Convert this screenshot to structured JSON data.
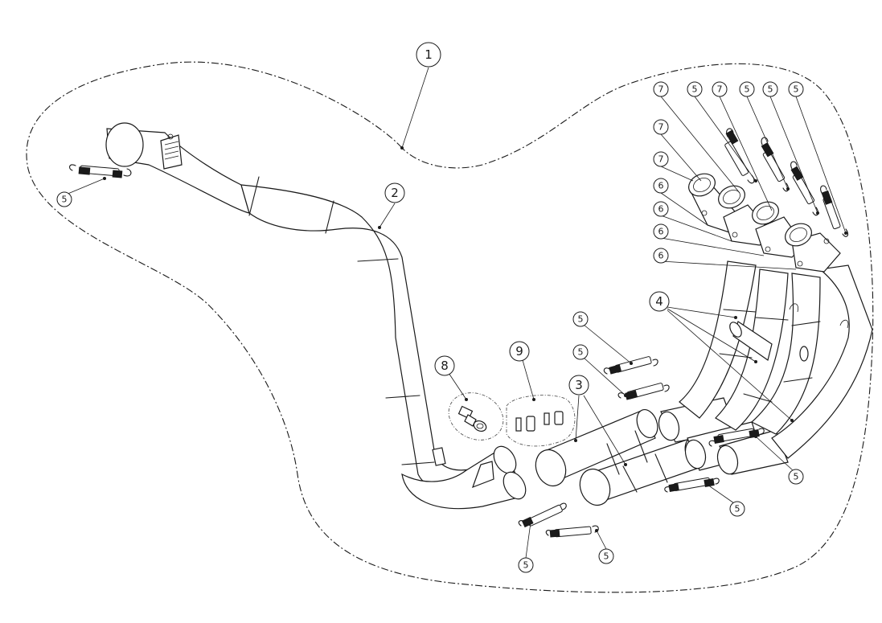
{
  "diagram": {
    "callouts": [
      {
        "id": "c1",
        "label": "1"
      },
      {
        "id": "c2",
        "label": "2"
      },
      {
        "id": "c3",
        "label": "3"
      },
      {
        "id": "c4",
        "label": "4"
      },
      {
        "id": "c5a",
        "label": "5"
      },
      {
        "id": "c5b",
        "label": "5"
      },
      {
        "id": "c5c",
        "label": "5"
      },
      {
        "id": "c5d",
        "label": "5"
      },
      {
        "id": "c5e",
        "label": "5"
      },
      {
        "id": "c5f",
        "label": "5"
      },
      {
        "id": "c5g",
        "label": "5"
      },
      {
        "id": "c5h",
        "label": "5"
      },
      {
        "id": "c5i",
        "label": "5"
      },
      {
        "id": "c5j",
        "label": "5"
      },
      {
        "id": "c5k",
        "label": "5"
      },
      {
        "id": "c5l",
        "label": "5"
      },
      {
        "id": "c6a",
        "label": "6"
      },
      {
        "id": "c6b",
        "label": "6"
      },
      {
        "id": "c6c",
        "label": "6"
      },
      {
        "id": "c6d",
        "label": "6"
      },
      {
        "id": "c7a",
        "label": "7"
      },
      {
        "id": "c7b",
        "label": "7"
      },
      {
        "id": "c7c",
        "label": "7"
      },
      {
        "id": "c7d",
        "label": "7"
      },
      {
        "id": "c8",
        "label": "8"
      },
      {
        "id": "c9",
        "label": "9"
      }
    ]
  }
}
